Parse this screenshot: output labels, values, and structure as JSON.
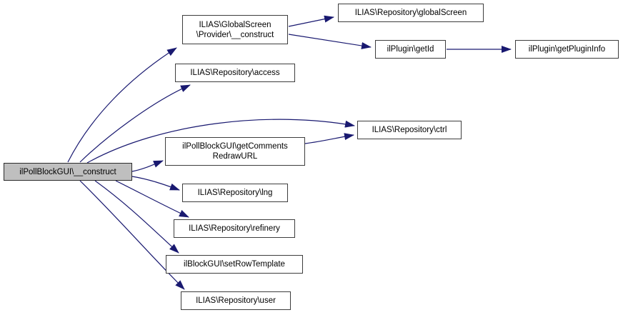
{
  "diagram": {
    "type": "call-graph",
    "colors": {
      "edge": "#191970",
      "node_border": "#3d3d3d",
      "node_fill": "#ffffff",
      "highlight_fill": "#bfbfbf",
      "text": "#000000",
      "background": "#ffffff"
    },
    "nodes": {
      "construct": {
        "label": "ilPollBlockGUI\\__construct",
        "highlighted": true
      },
      "provider": {
        "lines": [
          "ILIAS\\GlobalScreen",
          "\\Provider\\__construct"
        ]
      },
      "access": {
        "label": "ILIAS\\Repository\\access"
      },
      "getcomments": {
        "lines": [
          "ilPollBlockGUI\\getComments",
          "RedrawURL"
        ]
      },
      "lng": {
        "label": "ILIAS\\Repository\\lng"
      },
      "refinery": {
        "label": "ILIAS\\Repository\\refinery"
      },
      "setrowtemplate": {
        "label": "ilBlockGUI\\setRowTemplate"
      },
      "user": {
        "label": "ILIAS\\Repository\\user"
      },
      "globalscreen": {
        "label": "ILIAS\\Repository\\globalScreen"
      },
      "getid": {
        "label": "ilPlugin\\getId"
      },
      "getplugininfo": {
        "label": "ilPlugin\\getPluginInfo"
      },
      "ctrl": {
        "label": "ILIAS\\Repository\\ctrl"
      }
    },
    "edges": [
      {
        "from": "ilPollBlockGUI\\__construct",
        "to": "ILIAS\\GlobalScreen\\Provider\\__construct"
      },
      {
        "from": "ilPollBlockGUI\\__construct",
        "to": "ILIAS\\Repository\\access"
      },
      {
        "from": "ilPollBlockGUI\\__construct",
        "to": "ILIAS\\Repository\\ctrl"
      },
      {
        "from": "ilPollBlockGUI\\__construct",
        "to": "ilPollBlockGUI\\getCommentsRedrawURL"
      },
      {
        "from": "ilPollBlockGUI\\__construct",
        "to": "ILIAS\\Repository\\lng"
      },
      {
        "from": "ilPollBlockGUI\\__construct",
        "to": "ILIAS\\Repository\\refinery"
      },
      {
        "from": "ilPollBlockGUI\\__construct",
        "to": "ilBlockGUI\\setRowTemplate"
      },
      {
        "from": "ilPollBlockGUI\\__construct",
        "to": "ILIAS\\Repository\\user"
      },
      {
        "from": "ILIAS\\GlobalScreen\\Provider\\__construct",
        "to": "ILIAS\\Repository\\globalScreen"
      },
      {
        "from": "ILIAS\\GlobalScreen\\Provider\\__construct",
        "to": "ilPlugin\\getId"
      },
      {
        "from": "ilPollBlockGUI\\getCommentsRedrawURL",
        "to": "ILIAS\\Repository\\ctrl"
      },
      {
        "from": "ilPlugin\\getId",
        "to": "ilPlugin\\getPluginInfo"
      }
    ]
  }
}
